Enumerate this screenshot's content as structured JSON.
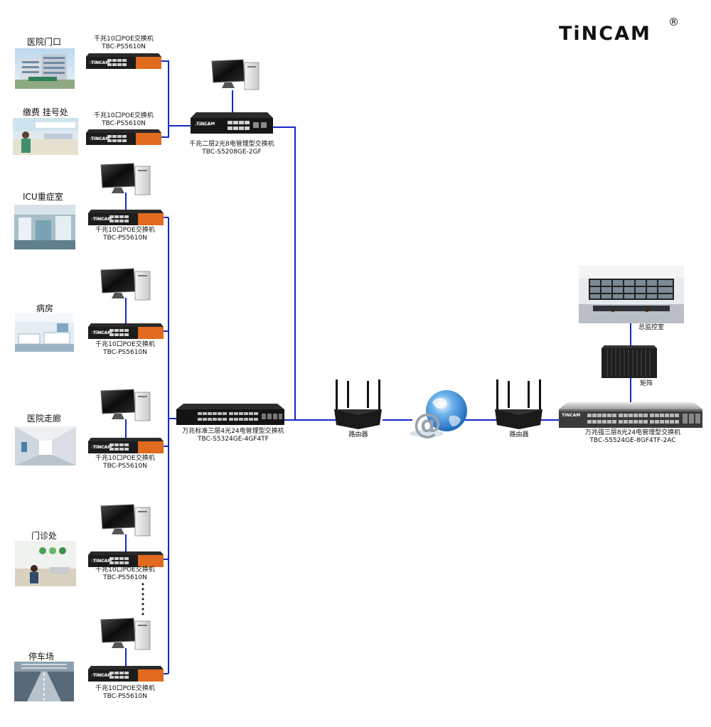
{
  "brand": {
    "logo": "TiNCAM",
    "registered": "®"
  },
  "sites": [
    {
      "label": "医院门口"
    },
    {
      "label": "缴费 挂号处"
    },
    {
      "label": "ICU重症室"
    },
    {
      "label": "病房"
    },
    {
      "label": "医院走廊"
    },
    {
      "label": "门诊处"
    },
    {
      "label": "停车场"
    }
  ],
  "poe_switch": {
    "line1": "千兆10口POE交换机",
    "line2": "TBC-PS5610N",
    "badge": "TiNCAM"
  },
  "l2_switch": {
    "line1": "千兆二层2光8电管理型交换机",
    "line2": "TBC-S5208GE-2GF",
    "badge": "TiNCAM"
  },
  "core_left": {
    "line1": "万兆标准三层4光24电管理型交换机",
    "line2": "TBC-S5324GE-4GF4TF"
  },
  "core_right": {
    "line1": "万兆强三层8光24电管理型交换机",
    "line2": "TBC-S5524GE-8GF4TF-2AC",
    "badge": "TiNCAM"
  },
  "router_left": {
    "label": "路由器"
  },
  "router_right": {
    "label": "路由器"
  },
  "internet": {
    "symbol": "@"
  },
  "matrix": {
    "label": "矩阵"
  },
  "control_room": {
    "label": "总监控室"
  },
  "colors": {
    "link": "#1428c8",
    "switch_orange": "#e06a1e",
    "switch_dark": "#1c1c1c"
  }
}
